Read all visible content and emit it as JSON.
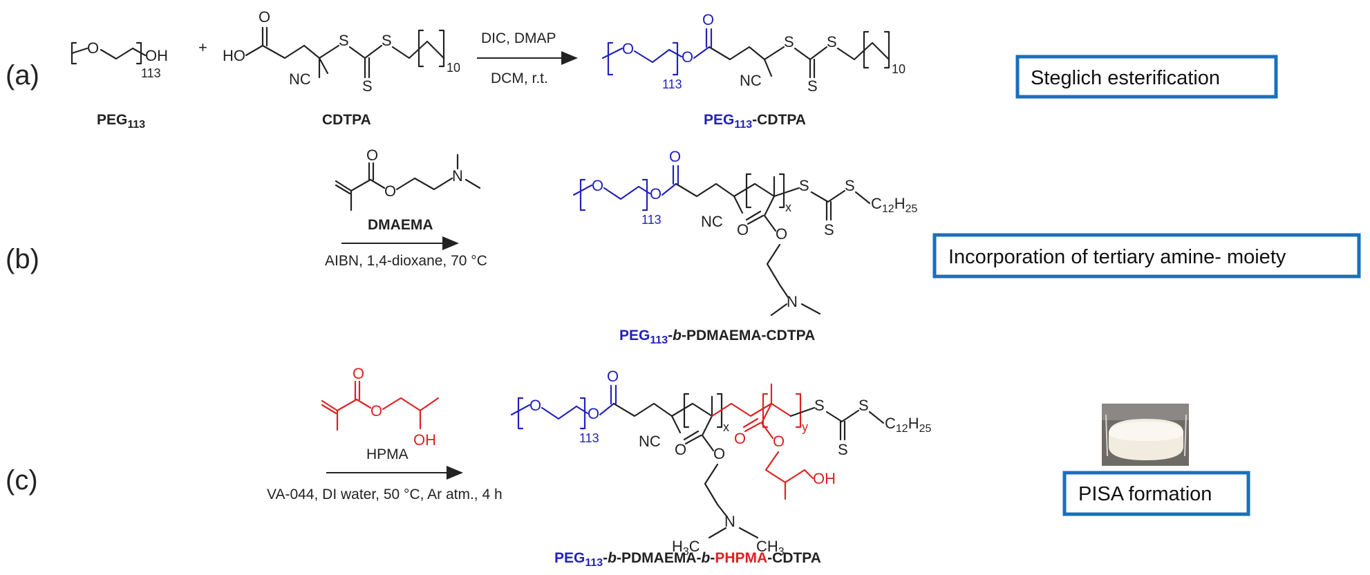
{
  "panels": {
    "a": {
      "label": "(a)",
      "reactant1_name": "PEG",
      "reactant1_sub": "113",
      "plus": "+",
      "reactant2_name": "CDTPA",
      "reagents_top": "DIC, DMAP",
      "reagents_bottom": "DCM, r.t.",
      "product_name_part1": "PEG",
      "product_name_sub": "113",
      "product_name_part2": "-CDTPA",
      "box_text": "Steglich esterification"
    },
    "b": {
      "label": "(b)",
      "monomer_name": "DMAEMA",
      "conditions": "AIBN, 1,4-dioxane, 70 °C",
      "product_name_part1": "PEG",
      "product_name_sub": "113",
      "product_name_part2": "-",
      "product_name_part3": "b",
      "product_name_part4": "-PDMAEMA-CDTPA",
      "box_text": "Incorporation of tertiary amine- moiety"
    },
    "c": {
      "label": "(c)",
      "monomer_name": "HPMA",
      "conditions": "VA-044, DI water, 50 °C, Ar atm., 4 h",
      "product_name_part1": "PEG",
      "product_name_sub": "113",
      "product_name_part2": "-",
      "product_name_part3": "b",
      "product_name_part4": "-PDMAEMA-",
      "product_name_part5": "b",
      "product_name_part6": "-",
      "product_name_part7": "PHPMA",
      "product_name_part8": "-CDTPA",
      "box_text": "PISA formation"
    }
  },
  "atoms": {
    "O": "O",
    "OH": "OH",
    "HO": "HO",
    "S": "S",
    "N": "N",
    "NC": "NC",
    "n113": "113",
    "n10": "10",
    "x": "x",
    "y": "y",
    "C": "C",
    "H": "H",
    "n12": "12",
    "n25": "25",
    "n3": "3"
  },
  "colors": {
    "peg_blue": "#2222bb",
    "hpma_red": "#e02020",
    "box_border": "#1a6fbf",
    "text": "#222222"
  }
}
